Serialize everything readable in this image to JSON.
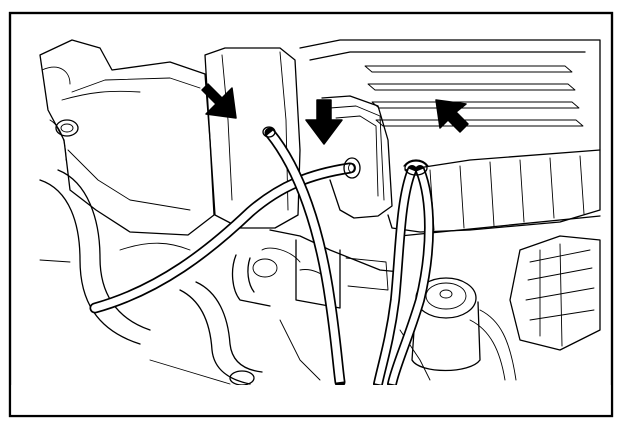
{
  "figure": {
    "subject": "engine-bay-hose-routing",
    "components": [
      "air-cleaner-housing",
      "hose-a",
      "hose-b",
      "hose-c",
      "reservoir-cap",
      "connector-bracket"
    ],
    "arrow_icons": [
      "arrow-left-icon",
      "arrow-center-icon",
      "arrow-right-icon"
    ],
    "colors": {
      "line": "#000000",
      "background": "#ffffff"
    }
  }
}
